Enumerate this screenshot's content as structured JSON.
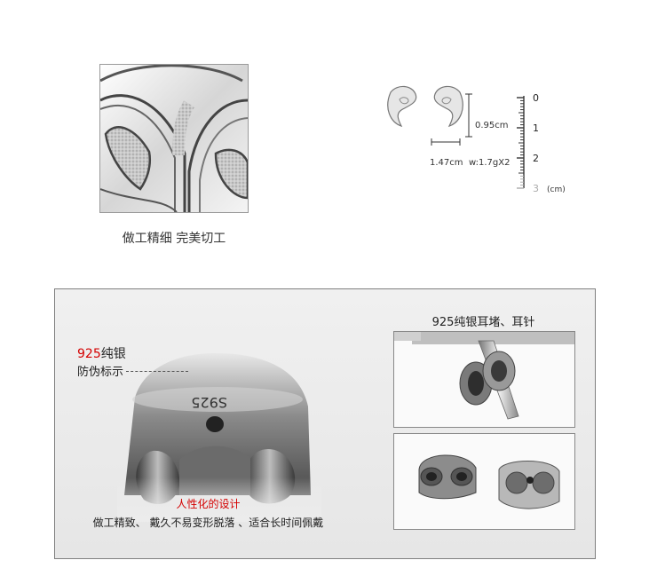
{
  "top": {
    "closeup_caption": "做工精细 完美切工",
    "dimensions": {
      "height_label": "0.95cm",
      "width_label": "1.47cm",
      "weight_label": "w:1.7gX2"
    },
    "ruler": {
      "ticks": [
        "0",
        "1",
        "2",
        "3"
      ],
      "unit": "(cm)"
    }
  },
  "panel": {
    "silver_red": "925",
    "silver_black": "纯银",
    "mark_label": "防伪标示",
    "stamp_text": "S925",
    "design_red": "人性化的设计",
    "design_desc": "做工精致、 戴久不易变形脱落 、适合长时间佩戴",
    "right_title": "925纯银耳堵、耳针"
  }
}
